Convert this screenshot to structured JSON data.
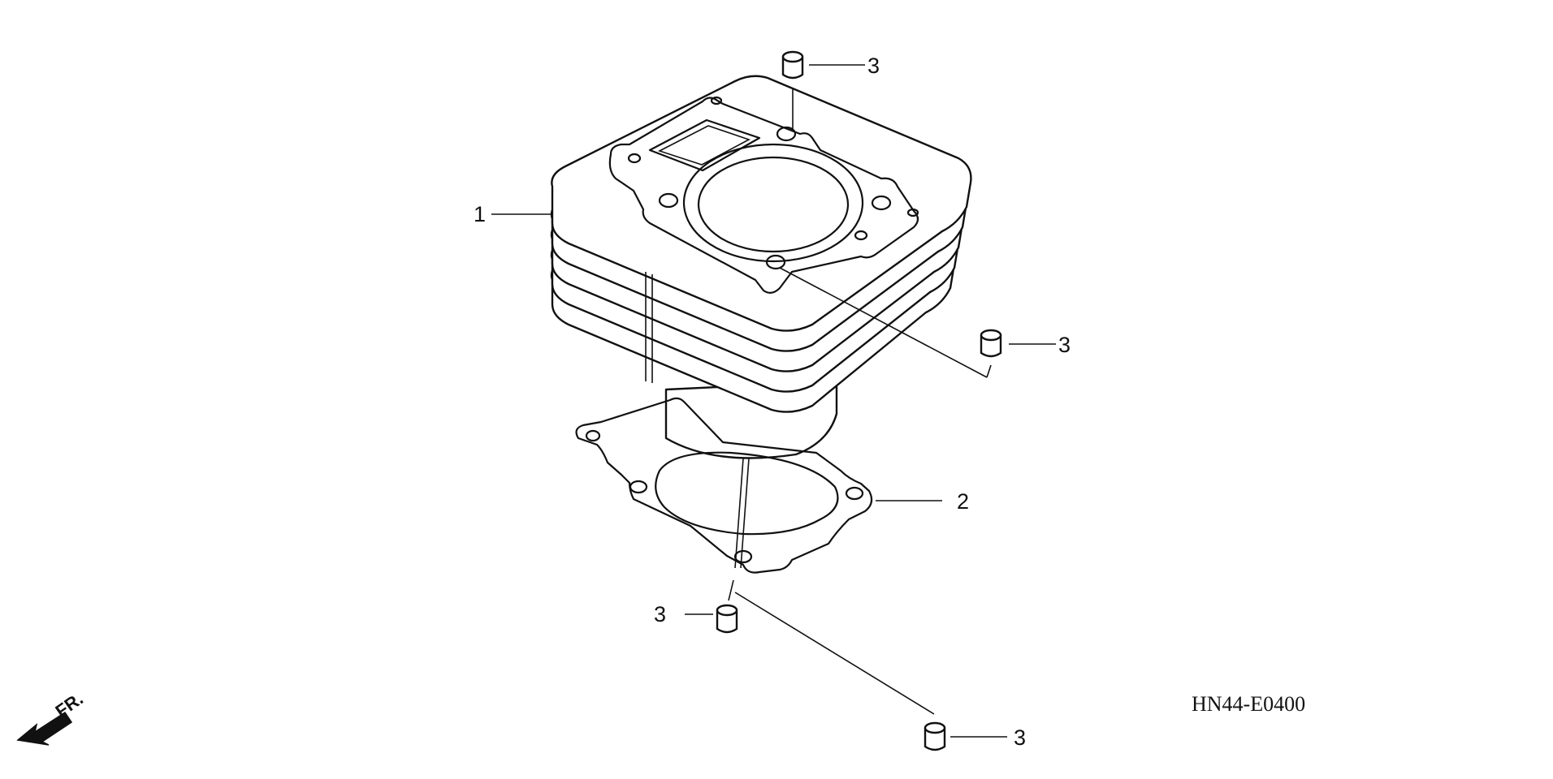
{
  "diagram": {
    "diagram_code": "HN44-E0400",
    "front_indicator": "FR.",
    "callouts": [
      {
        "id": "cylinder",
        "label": "1"
      },
      {
        "id": "gasket",
        "label": "2"
      },
      {
        "id": "dowel-top",
        "label": "3"
      },
      {
        "id": "dowel-right",
        "label": "3"
      },
      {
        "id": "dowel-left",
        "label": "3"
      },
      {
        "id": "dowel-bottom",
        "label": "3"
      }
    ],
    "colors": {
      "line": "#111111",
      "background": "#ffffff"
    }
  }
}
